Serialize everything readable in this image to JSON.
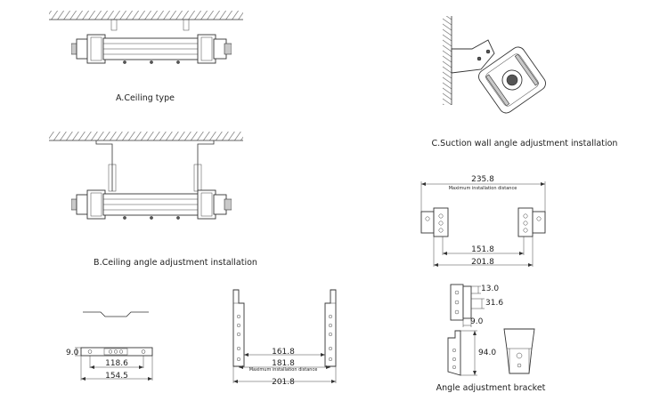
{
  "captions": {
    "a": "A.Ceiling type",
    "b": "B.Ceiling angle adjustment installation",
    "c": "C.Suction wall angle adjustment installation",
    "bracket": "Angle adjustment bracket"
  },
  "dims_right_top": {
    "total": "235.8",
    "note": "Maximum installation distance",
    "inner": "151.8",
    "outer": "201.8"
  },
  "dims_bottom_left": {
    "height": "9.0",
    "inner": "118.6",
    "outer": "154.5"
  },
  "dims_bottom_mid": {
    "inner": "161.8",
    "max": "181.8",
    "note": "Maximum installation distance",
    "outer": "201.8"
  },
  "dims_bracket": {
    "a": "13.0",
    "b": "31.6",
    "c": "9.0",
    "d": "94.0"
  }
}
